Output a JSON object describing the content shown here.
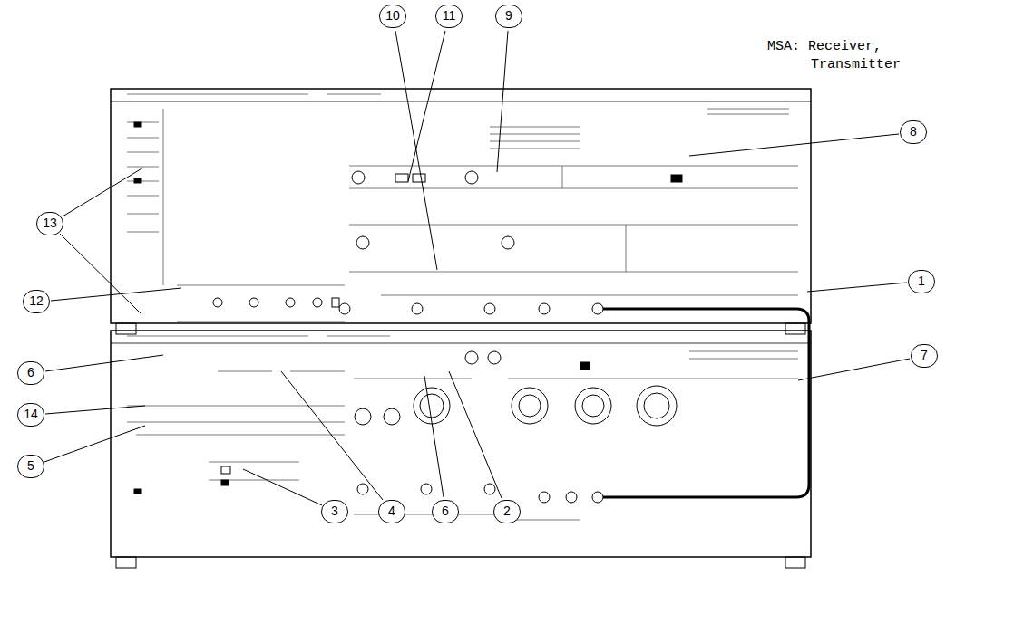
{
  "diagram": {
    "labels": [
      "10",
      "11",
      "9",
      "MSA: Receiver, Transmitter",
      "8",
      "13",
      "12",
      "1",
      "7",
      "6",
      "14",
      "5",
      "3",
      "4",
      "6",
      "2"
    ]
  }
}
